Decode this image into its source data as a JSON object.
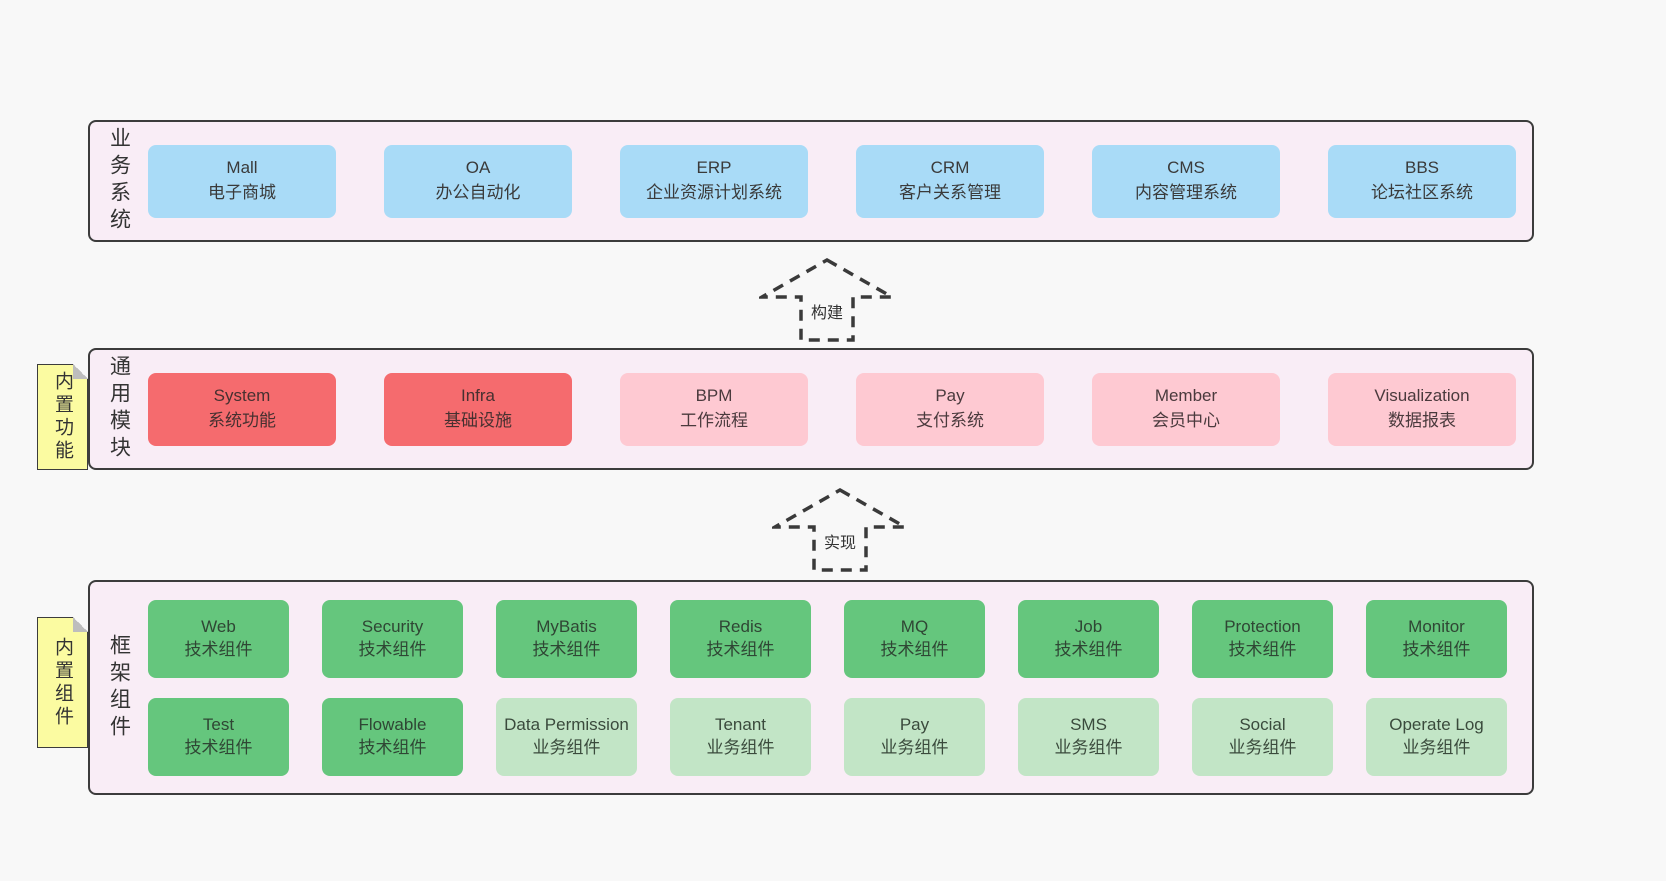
{
  "colors": {
    "page_bg": "#f8f8f8",
    "layer_bg": "#f9edf6",
    "layer_border": "#3c3c3c",
    "box_blue": "#a9dbf7",
    "box_red": "#f56b6e",
    "box_pink": "#fec9d2",
    "box_green_dark": "#65c67d",
    "box_green_light": "#c2e5c6",
    "sticky_yellow": "#fbfba1"
  },
  "arrows": {
    "build": "构建",
    "implement": "实现"
  },
  "layers": {
    "business": {
      "side_label": "业务系统",
      "boxes": [
        {
          "en": "Mall",
          "zh": "电子商城"
        },
        {
          "en": "OA",
          "zh": "办公自动化"
        },
        {
          "en": "ERP",
          "zh": "企业资源计划系统"
        },
        {
          "en": "CRM",
          "zh": "客户关系管理"
        },
        {
          "en": "CMS",
          "zh": "内容管理系统"
        },
        {
          "en": "BBS",
          "zh": "论坛社区系统"
        }
      ]
    },
    "modules": {
      "side_label": "通用模块",
      "sticky_label": "内置功能",
      "boxes": [
        {
          "en": "System",
          "zh": "系统功能"
        },
        {
          "en": "Infra",
          "zh": "基础设施"
        },
        {
          "en": "BPM",
          "zh": "工作流程"
        },
        {
          "en": "Pay",
          "zh": "支付系统"
        },
        {
          "en": "Member",
          "zh": "会员中心"
        },
        {
          "en": "Visualization",
          "zh": "数据报表"
        }
      ]
    },
    "components": {
      "side_label": "框架组件",
      "sticky_label": "内置组件",
      "row1": [
        {
          "en": "Web",
          "zh": "技术组件"
        },
        {
          "en": "Security",
          "zh": "技术组件"
        },
        {
          "en": "MyBatis",
          "zh": "技术组件"
        },
        {
          "en": "Redis",
          "zh": "技术组件"
        },
        {
          "en": "MQ",
          "zh": "技术组件"
        },
        {
          "en": "Job",
          "zh": "技术组件"
        },
        {
          "en": "Protection",
          "zh": "技术组件"
        },
        {
          "en": "Monitor",
          "zh": "技术组件"
        }
      ],
      "row2": [
        {
          "en": "Test",
          "zh": "技术组件"
        },
        {
          "en": "Flowable",
          "zh": "技术组件"
        },
        {
          "en": "Data Permission",
          "zh": "业务组件"
        },
        {
          "en": "Tenant",
          "zh": "业务组件"
        },
        {
          "en": "Pay",
          "zh": "业务组件"
        },
        {
          "en": "SMS",
          "zh": "业务组件"
        },
        {
          "en": "Social",
          "zh": "业务组件"
        },
        {
          "en": "Operate Log",
          "zh": "业务组件"
        }
      ]
    }
  }
}
